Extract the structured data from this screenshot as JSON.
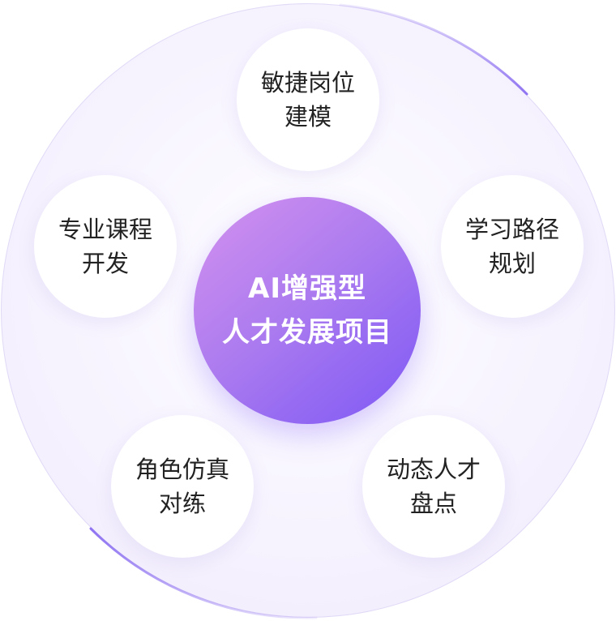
{
  "center": {
    "line1": "AI增强型",
    "line2": "人才发展项目"
  },
  "nodes": [
    {
      "line1": "敏捷岗位",
      "line2": "建模"
    },
    {
      "line1": "专业课程",
      "line2": "开发"
    },
    {
      "line1": "学习路径",
      "line2": "规划"
    },
    {
      "line1": "角色仿真",
      "line2": "对练"
    },
    {
      "line1": "动态人才",
      "line2": "盘点"
    }
  ],
  "colors": {
    "center_gradient_start": "#d491ef",
    "center_gradient_end": "#7d58f5",
    "ring_accent": "#8f73f2",
    "ring_fill": "#efe9fb",
    "node_text": "#222222",
    "center_text": "#ffffff"
  }
}
